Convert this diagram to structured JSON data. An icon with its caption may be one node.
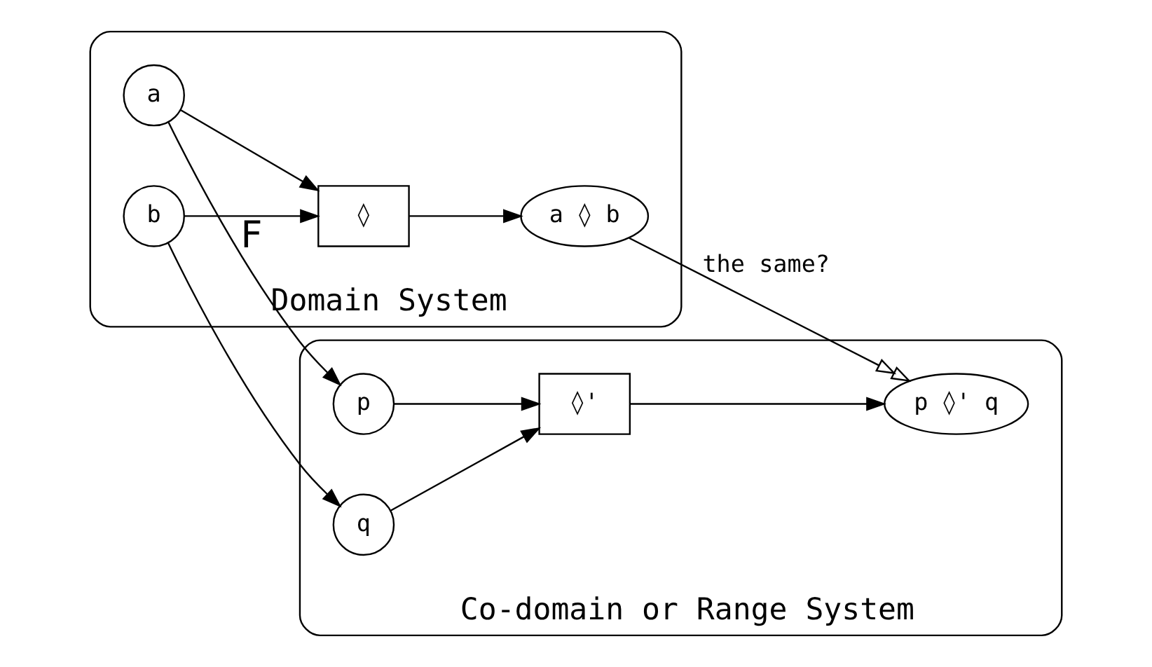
{
  "diagram": {
    "nodes": [
      {
        "text": [
          "Domain System"
        ]
      },
      {
        "text": [
          "a"
        ],
        "in": 0
      },
      {
        "text": [
          "b"
        ],
        "in": 0
      },
      {
        "text": [
          "◊"
        ],
        "in": 0
      },
      {
        "text": [
          "a ◊ b"
        ],
        "in": 0
      },
      {
        "text": [
          "Co-domain or Range System"
        ]
      },
      {
        "text": [
          "p"
        ],
        "in": 5
      },
      {
        "text": [
          "◊'"
        ],
        "in": 5
      },
      {
        "text": [
          "q"
        ],
        "in": 5
      },
      {
        "text": [
          "p ◊' q"
        ],
        "in": 5
      }
    ],
    "edges": [
      {
        "from": 1,
        "to": 3,
        "arrow": "to"
      },
      {
        "from": 2,
        "to": 3,
        "arrow": "to"
      },
      {
        "from": 3,
        "to": 4,
        "arrow": "to"
      },
      {
        "from": 1,
        "to": 6,
        "arrow": "to",
        "label": "F"
      },
      {
        "from": 2,
        "to": 8,
        "arrow": "to"
      },
      {
        "from": 6,
        "to": 7,
        "arrow": "to"
      },
      {
        "from": 8,
        "to": 7,
        "arrow": "to"
      },
      {
        "from": 7,
        "to": 9,
        "arrow": "to"
      },
      {
        "from": 4,
        "to": 9,
        "arrow": "to",
        "label": "the same?"
      }
    ]
  }
}
